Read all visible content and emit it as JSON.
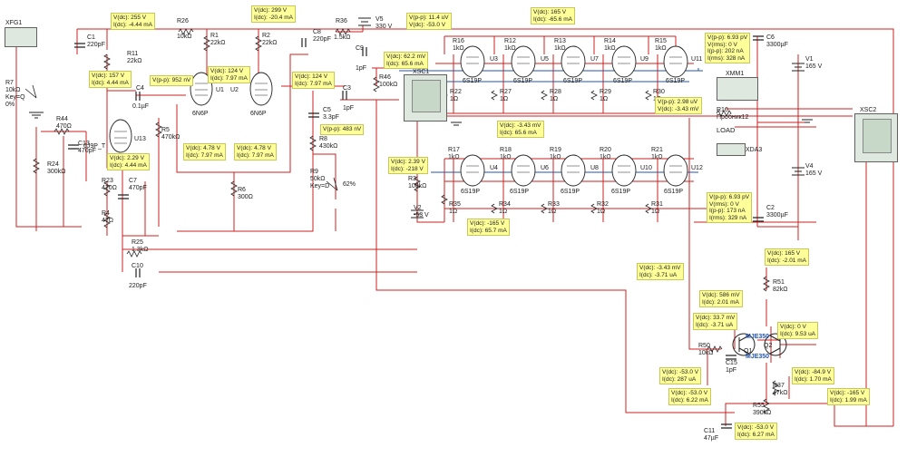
{
  "colors": {
    "wire_red": "#cc2222",
    "wire_blue": "#2255aa",
    "wire_green": "#2a8a2a",
    "probe_bg": "#ffff99",
    "component": "#222222"
  },
  "components": {
    "xfg1": "XFG1",
    "r7": [
      "R7",
      "10kΩ",
      "Key=Q",
      "0%"
    ],
    "r44": [
      "R44",
      "470Ω"
    ],
    "r24": [
      "R24",
      "300kΩ"
    ],
    "c13": [
      "C13",
      "470pF"
    ],
    "u13": [
      "6J9P_T",
      "U13"
    ],
    "c1": [
      "C1",
      "220pF"
    ],
    "r11": [
      "R11",
      "22kΩ"
    ],
    "c4": [
      "C4",
      "0.1µF"
    ],
    "r5": [
      "R5",
      "470kΩ"
    ],
    "r23": [
      "R23",
      "470Ω"
    ],
    "c7": [
      "C7",
      "470pF"
    ],
    "r4": [
      "R4",
      "47Ω"
    ],
    "r25": [
      "R25",
      "1.3kΩ"
    ],
    "c10": [
      "C10",
      "220pF"
    ],
    "r26": [
      "R26",
      "10kΩ"
    ],
    "r1": [
      "R1",
      "22kΩ"
    ],
    "r2": [
      "R2",
      "22kΩ"
    ],
    "u1": [
      "U1",
      "6N6P"
    ],
    "u2": [
      "U2",
      "6N6P"
    ],
    "r6": [
      "R6",
      "300Ω"
    ],
    "c8": [
      "C8",
      "220pF"
    ],
    "r36": [
      "R36",
      "1.5kΩ"
    ],
    "v5": [
      "V5",
      "330 V"
    ],
    "c5": [
      "C5",
      "3.3pF"
    ],
    "r8": [
      "R8",
      "430kΩ"
    ],
    "r9": [
      "R9",
      "50kΩ",
      "Key=D",
      "62%"
    ],
    "c9": [
      "C9",
      "1pF"
    ],
    "c3": [
      "C3",
      "1pF"
    ],
    "r46": [
      "R46",
      "100kΩ"
    ],
    "xsc1": "XSC1",
    "r3": [
      "R3",
      "100kΩ"
    ],
    "v2": [
      "V2",
      "-53 V"
    ],
    "r35": [
      "R35",
      "1Ω"
    ],
    "r22": [
      "R22",
      "1Ω"
    ],
    "tube_top": [
      [
        "R16",
        "1kΩ",
        "U3",
        "6S19P"
      ],
      [
        "R12",
        "1kΩ",
        "U5",
        "6S19P"
      ],
      [
        "R13",
        "1kΩ",
        "U7",
        "6S19P"
      ],
      [
        "R14",
        "1kΩ",
        "U9",
        "6S19P"
      ],
      [
        "R15",
        "1kΩ",
        "U11",
        "6S19P"
      ]
    ],
    "tube_bot": [
      [
        "R17",
        "1kΩ",
        "U4",
        "6S19P"
      ],
      [
        "R18",
        "1kΩ",
        "U6",
        "6S19P"
      ],
      [
        "R19",
        "1kΩ",
        "U8",
        "6S19P"
      ],
      [
        "R20",
        "1kΩ",
        "U10",
        "6S19P"
      ],
      [
        "R21",
        "1kΩ",
        "U12",
        "6S19P"
      ]
    ],
    "r27": [
      "R27",
      "1Ω"
    ],
    "r28": [
      "R28",
      "1Ω"
    ],
    "r29": [
      "R29",
      "1Ω"
    ],
    "r30": [
      "R30",
      "1Ω"
    ],
    "r34": [
      "R34",
      "1Ω"
    ],
    "r33": [
      "R33",
      "1Ω"
    ],
    "r32": [
      "R32",
      "1Ω"
    ],
    "r31": [
      "R31",
      "1Ω"
    ],
    "c6": [
      "C6",
      "3300µF"
    ],
    "v1": [
      "V1",
      "165 V"
    ],
    "v4": [
      "V4",
      "165 V"
    ],
    "c2": [
      "C2",
      "3300µF"
    ],
    "xmm1": "XMM1",
    "r10": [
      "R10",
      "Пробник12"
    ],
    "load": "LOAD",
    "xda3": "XDA3",
    "xsc2": "XSC2",
    "r51": [
      "R51",
      "82kΩ"
    ],
    "r50": [
      "R50",
      "10kΩ"
    ],
    "c15": [
      "C15",
      "1pF"
    ],
    "q1": [
      "Q1",
      "MJE350"
    ],
    "q2": [
      "Q2",
      "MJE350"
    ],
    "r37": [
      "R37",
      "47kΩ"
    ],
    "r55": [
      "R55",
      "390kΩ"
    ],
    "c11": [
      "C11",
      "47µF"
    ]
  },
  "probes": [
    [
      "V(dc): 255 V",
      "I(dc): -4.44 mA"
    ],
    [
      "V(dc): 299 V",
      "I(dc): -20.4 mA"
    ],
    [
      "V(p-p): 11.4 uV",
      "V(dc): -53.0 V"
    ],
    [
      "V(dc): 165 V",
      "I(dc): -65.6 mA"
    ],
    [
      "V(p-p): 6.93 pV",
      "V(rms): 0 V",
      "I(p-p): 202 nA",
      "I(rms): 328 nA"
    ],
    [
      "V(dc): 157 V",
      "I(dc): 4.44 mA"
    ],
    [
      "V(p-p): 952 nV"
    ],
    [
      "V(dc): 124 V",
      "I(dc): 7.97 mA"
    ],
    [
      "V(dc): 124 V",
      "I(dc): 7.97 mA"
    ],
    [
      "V(dc): 62.2 mV",
      "I(dc): 65.6 mA"
    ],
    [
      "V(p-p): 483 nV"
    ],
    [
      "V(dc): -3.43 mV",
      "I(dc): 65.6 mA"
    ],
    [
      "V(p-p): 2.98 uV",
      "V(dc): -3.43 mV"
    ],
    [
      "V(dc): 4.78 V",
      "I(dc): 7.97 mA"
    ],
    [
      "V(dc): 4.78 V",
      "I(dc): 7.97 mA"
    ],
    [
      "V(dc): 2.29 V",
      "I(dc): 4.44 mA"
    ],
    [
      "V(dc): 2.39 V",
      "I(dc): -218 V"
    ],
    [
      "V(dc): -165 V",
      "I(dc): 65.7 mA"
    ],
    [
      "V(p-p): 6.93 pV",
      "V(rms): 0 V",
      "I(p-p): 173 nA",
      "I(rms): 329 nA"
    ],
    [
      "V(dc): 165 V",
      "I(dc): -2.01 mA"
    ],
    [
      "V(dc): -3.43 mV",
      "I(dc): -3.71 uA"
    ],
    [
      "V(dc): 586 mV",
      "I(dc): 2.01 mA"
    ],
    [
      "V(dc): 33.7 mV",
      "I(dc): -3.71 uA"
    ],
    [
      "V(dc): 0 V",
      "I(dc): 9.53 uA"
    ],
    [
      "V(dc): -53.0 V",
      "I(dc): 287 uA"
    ],
    [
      "V(dc): -84.9 V",
      "I(dc): 1.70 mA"
    ],
    [
      "V(dc): -165 V",
      "I(dc): 1.99 mA"
    ],
    [
      "V(dc): -53.0 V",
      "I(dc): 6.22 mA"
    ],
    [
      "V(dc): -53.0 V",
      "I(dc): 6.27 mA"
    ]
  ]
}
